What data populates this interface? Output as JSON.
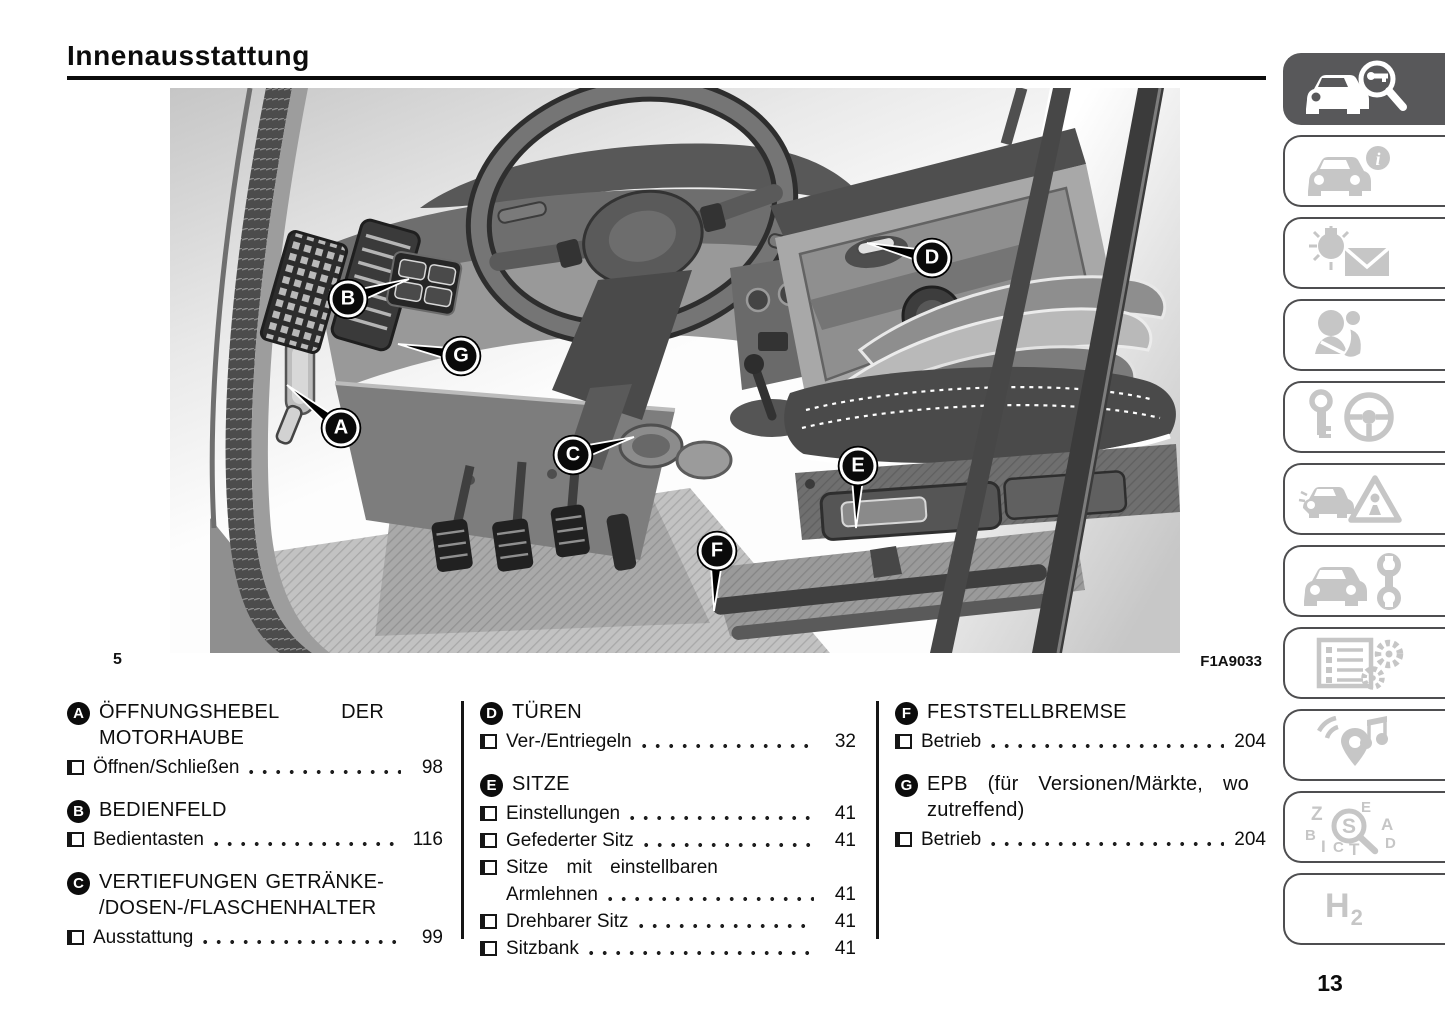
{
  "header": {
    "title": "Innenausstattung"
  },
  "figure": {
    "number": "5",
    "code": "F1A9033",
    "callouts": [
      {
        "letter": "A"
      },
      {
        "letter": "B"
      },
      {
        "letter": "C"
      },
      {
        "letter": "D"
      },
      {
        "letter": "E"
      },
      {
        "letter": "F"
      },
      {
        "letter": "G"
      }
    ]
  },
  "contents": {
    "columns": [
      {
        "entries": [
          {
            "letter": "A",
            "title": "ÖFFNUNGSHEBEL DER MOTORHAUBE",
            "items": [
              {
                "label": "Öffnen/Schließen",
                "page": "98"
              }
            ]
          },
          {
            "letter": "B",
            "title": "BEDIENFELD",
            "items": [
              {
                "label": "Bedientasten",
                "page": "116"
              }
            ]
          },
          {
            "letter": "C",
            "title": "VERTIEFUNGEN GETRÄNKE- /DOSEN-/FLASCHENHALTER",
            "items": [
              {
                "label": "Ausstattung",
                "page": "99"
              }
            ]
          }
        ]
      },
      {
        "entries": [
          {
            "letter": "D",
            "title": "TÜREN",
            "items": [
              {
                "label": "Ver-/Entriegeln",
                "page": "32"
              }
            ]
          },
          {
            "letter": "E",
            "title": "SITZE",
            "items": [
              {
                "label": "Einstellungen",
                "page": "41"
              },
              {
                "label": "Gefederter Sitz",
                "page": "41"
              },
              {
                "label": "Sitze mit einstellbaren",
                "label2": "Armlehnen",
                "page": "41"
              },
              {
                "label": "Drehbarer Sitz",
                "page": "41"
              },
              {
                "label": "Sitzbank",
                "page": "41"
              }
            ]
          }
        ]
      },
      {
        "entries": [
          {
            "letter": "F",
            "title": "FESTSTELLBREMSE",
            "items": [
              {
                "label": "Betrieb",
                "page": "204"
              }
            ]
          },
          {
            "letter": "G",
            "title": "EPB (für Versionen/Märkte, wo zutreffend)",
            "items": [
              {
                "label": "Betrieb",
                "page": "204"
              }
            ]
          }
        ]
      }
    ]
  },
  "sidebar": {
    "active_color": "#58585a",
    "icon_color": "#c6c6c6",
    "tiles": [
      {
        "icon": "car-search-icon",
        "active": true
      },
      {
        "icon": "car-info-icon",
        "active": false
      },
      {
        "icon": "warning-light-message-icon",
        "active": false
      },
      {
        "icon": "safety-airbag-icon",
        "active": false
      },
      {
        "icon": "key-steering-icon",
        "active": false
      },
      {
        "icon": "emergency-triangle-icon",
        "active": false
      },
      {
        "icon": "car-service-icon",
        "active": false
      },
      {
        "icon": "technical-data-icon",
        "active": false
      },
      {
        "icon": "multimedia-nav-icon",
        "active": false
      },
      {
        "icon": "index-search-icon",
        "active": false
      },
      {
        "icon": "h2-icon",
        "active": false,
        "label": "H2"
      }
    ]
  },
  "page": {
    "number": "13"
  }
}
